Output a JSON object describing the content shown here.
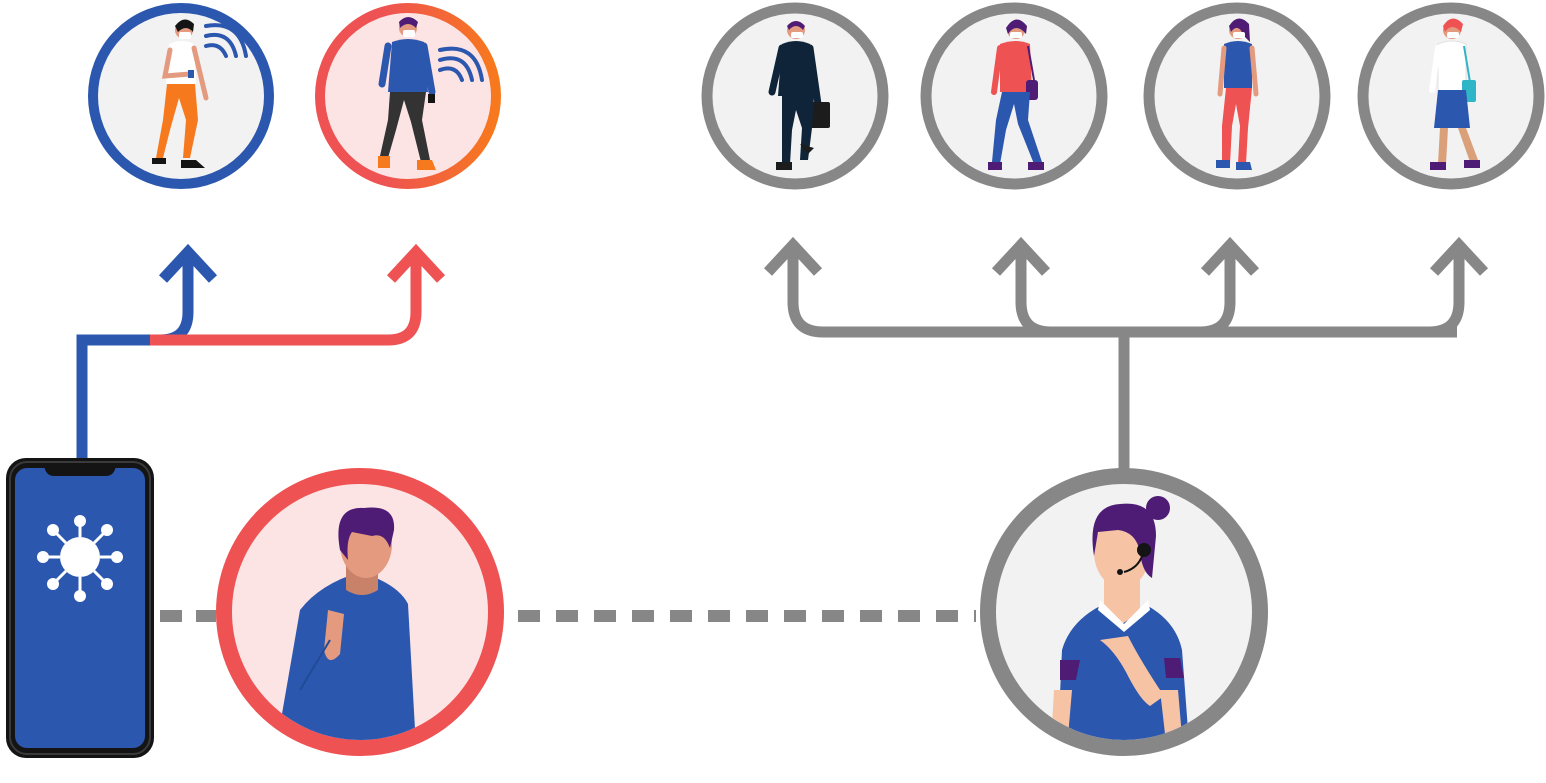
{
  "diagram": {
    "colors": {
      "blue": "#2C57AE",
      "red": "#EE5253",
      "orange": "#F7791D",
      "gray": "#878787",
      "light_gray": "#F2F2F2",
      "light_pink": "#FCE4E4",
      "purple": "#4E1C74",
      "skin": "#E49A7E",
      "phone_black": "#141414"
    },
    "nodes": [
      {
        "id": "phone-user",
        "role": "app-user",
        "ring": "blue",
        "signal": true
      },
      {
        "id": "alerted-contact",
        "role": "contact-traced",
        "ring": "red-orange",
        "signal": true
      },
      {
        "id": "contact-1",
        "role": "contact",
        "ring": "gray"
      },
      {
        "id": "contact-2",
        "role": "contact",
        "ring": "gray"
      },
      {
        "id": "contact-3",
        "role": "contact",
        "ring": "gray"
      },
      {
        "id": "contact-4",
        "role": "contact",
        "ring": "gray"
      },
      {
        "id": "infected-person",
        "role": "positive-case",
        "ring": "red"
      },
      {
        "id": "contact-tracer",
        "role": "call-agent-with-headset",
        "ring": "gray"
      },
      {
        "id": "smartphone",
        "role": "device",
        "icon": "virus-icon"
      }
    ],
    "connections": [
      {
        "from": "smartphone",
        "to": "phone-user",
        "style": "solid",
        "color": "blue"
      },
      {
        "from": "smartphone",
        "to": "alerted-contact",
        "style": "solid",
        "color": "red"
      },
      {
        "from": "smartphone",
        "to": "infected-person",
        "style": "dashed",
        "color": "gray"
      },
      {
        "from": "infected-person",
        "to": "contact-tracer",
        "style": "dashed",
        "color": "gray"
      },
      {
        "from": "contact-tracer",
        "to": "contact-1",
        "style": "solid",
        "color": "gray"
      },
      {
        "from": "contact-tracer",
        "to": "contact-2",
        "style": "solid",
        "color": "gray"
      },
      {
        "from": "contact-tracer",
        "to": "contact-3",
        "style": "solid",
        "color": "gray"
      },
      {
        "from": "contact-tracer",
        "to": "contact-4",
        "style": "solid",
        "color": "gray"
      }
    ]
  }
}
